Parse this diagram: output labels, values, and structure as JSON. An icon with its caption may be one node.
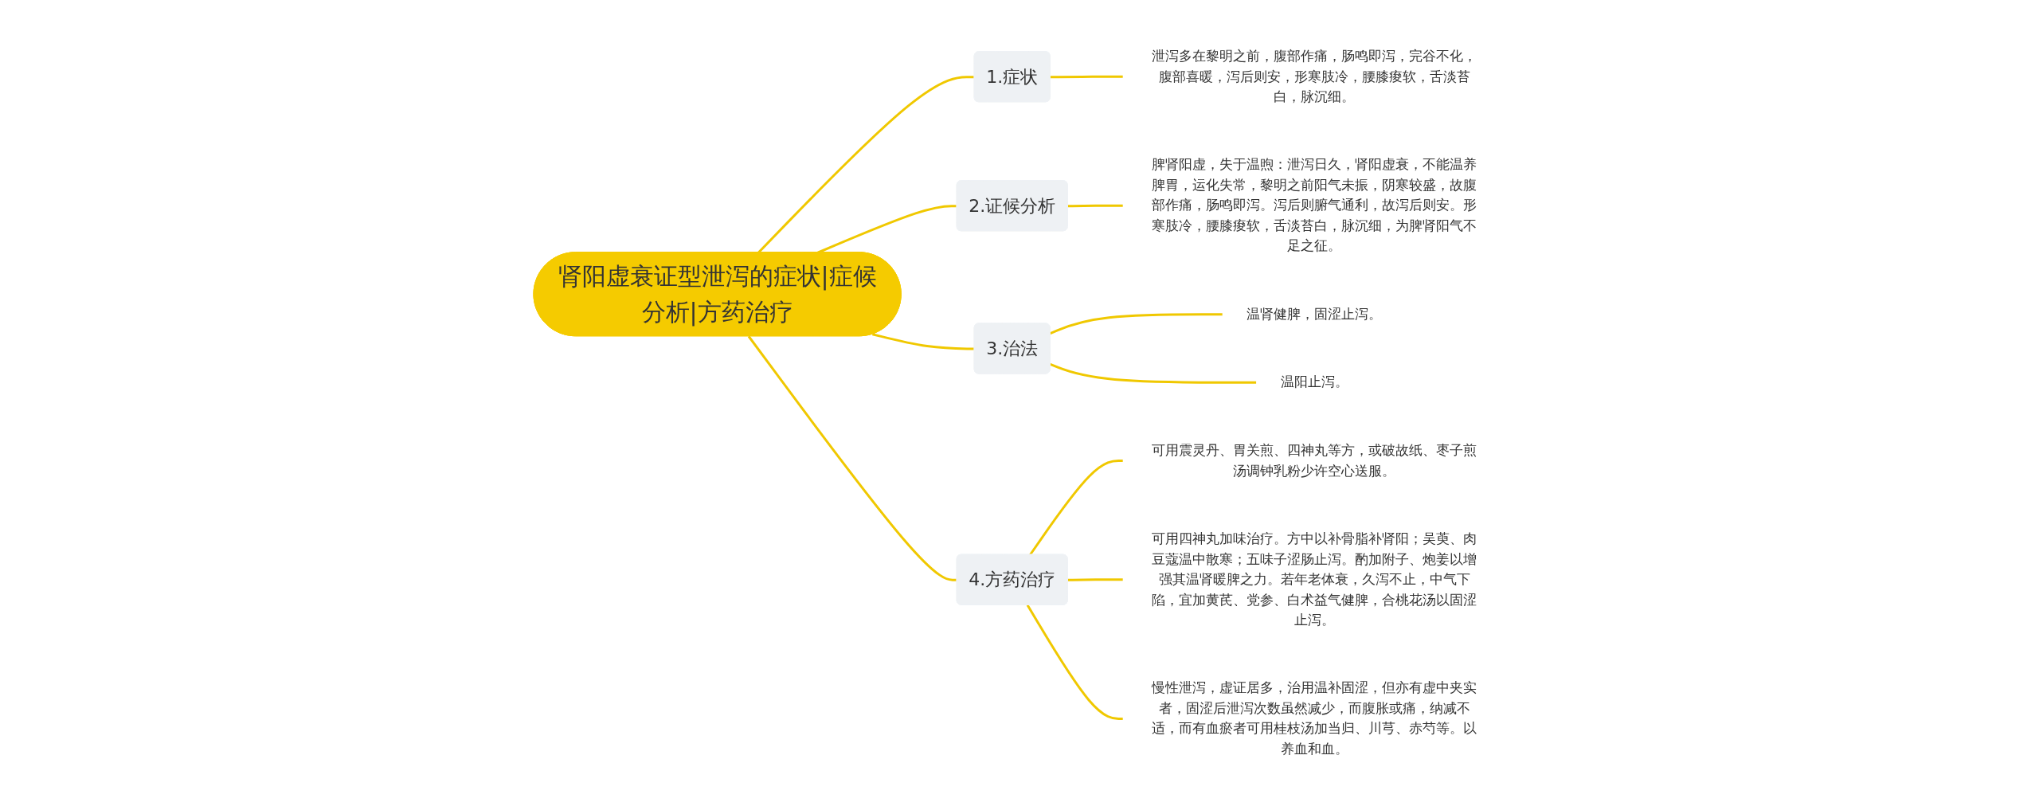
{
  "diagram": {
    "nodes": [
      {
        "text": [
          "肾阳虚衰证型泄泻的症状|症候分析|方药治疗"
        ]
      },
      {
        "text": [
          "1.症状"
        ]
      },
      {
        "text": [
          "泄泻多在黎明之前，腹部作痛，肠鸣即泻，完谷不化，腹部喜暖，泻后则安，形寒肢冷，腰膝痠软，舌淡苔白，脉沉细。"
        ]
      },
      {
        "text": [
          "2.证候分析"
        ]
      },
      {
        "text": [
          "脾肾阳虚，失于温煦：泄泻日久，肾阳虚衰，不能温养脾胃，运化失常，黎明之前阳气未振，阴寒较盛，故腹部作痛，肠鸣即泻。泻后则腑气通利，故泻后则安。形寒肢冷，腰膝痠软，舌淡苔白，脉沉细，为脾肾阳气不足之征。"
        ]
      },
      {
        "text": [
          "3.治法"
        ]
      },
      {
        "text": [
          "温肾健脾，固涩止泻。"
        ]
      },
      {
        "text": [
          "温阳止泻。"
        ]
      },
      {
        "text": [
          "4.方药治疗"
        ]
      },
      {
        "text": [
          "可用震灵丹、胃关煎、四神丸等方，或破故纸、枣子煎汤调钟乳粉少许空心送服。"
        ]
      },
      {
        "text": [
          "可用四神丸加味治疗。方中以补骨脂补肾阳；吴萸、肉豆蔻温中散寒；五味子涩肠止泻。酌加附子、炮姜以增强其温肾暖脾之力。若年老体衰，久泻不止，中气下陷，宜加黄芪、党参、白术益气健脾，合桃花汤以固涩止泻。"
        ]
      },
      {
        "text": [
          "慢性泄泻，虚证居多，治用温补固涩，但亦有虚中夹实者，固涩后泄泻次数虽然减少，而腹胀或痛，纳减不适，而有血瘀者可用桂枝汤加当归、川芎、赤芍等。以养血和血。"
        ]
      }
    ],
    "edges": [
      {
        "from": 0,
        "to": 1,
        "arrow": "none"
      },
      {
        "from": 1,
        "to": 2,
        "arrow": "none"
      },
      {
        "from": 0,
        "to": 3,
        "arrow": "none"
      },
      {
        "from": 3,
        "to": 4,
        "arrow": "none"
      },
      {
        "from": 0,
        "to": 5,
        "arrow": "none"
      },
      {
        "from": 5,
        "to": 6,
        "arrow": "none"
      },
      {
        "from": 5,
        "to": 7,
        "arrow": "none"
      },
      {
        "from": 0,
        "to": 8,
        "arrow": "none"
      },
      {
        "from": 8,
        "to": 9,
        "arrow": "none"
      },
      {
        "from": 8,
        "to": 10,
        "arrow": "none"
      },
      {
        "from": 8,
        "to": 11,
        "arrow": "none"
      }
    ]
  }
}
